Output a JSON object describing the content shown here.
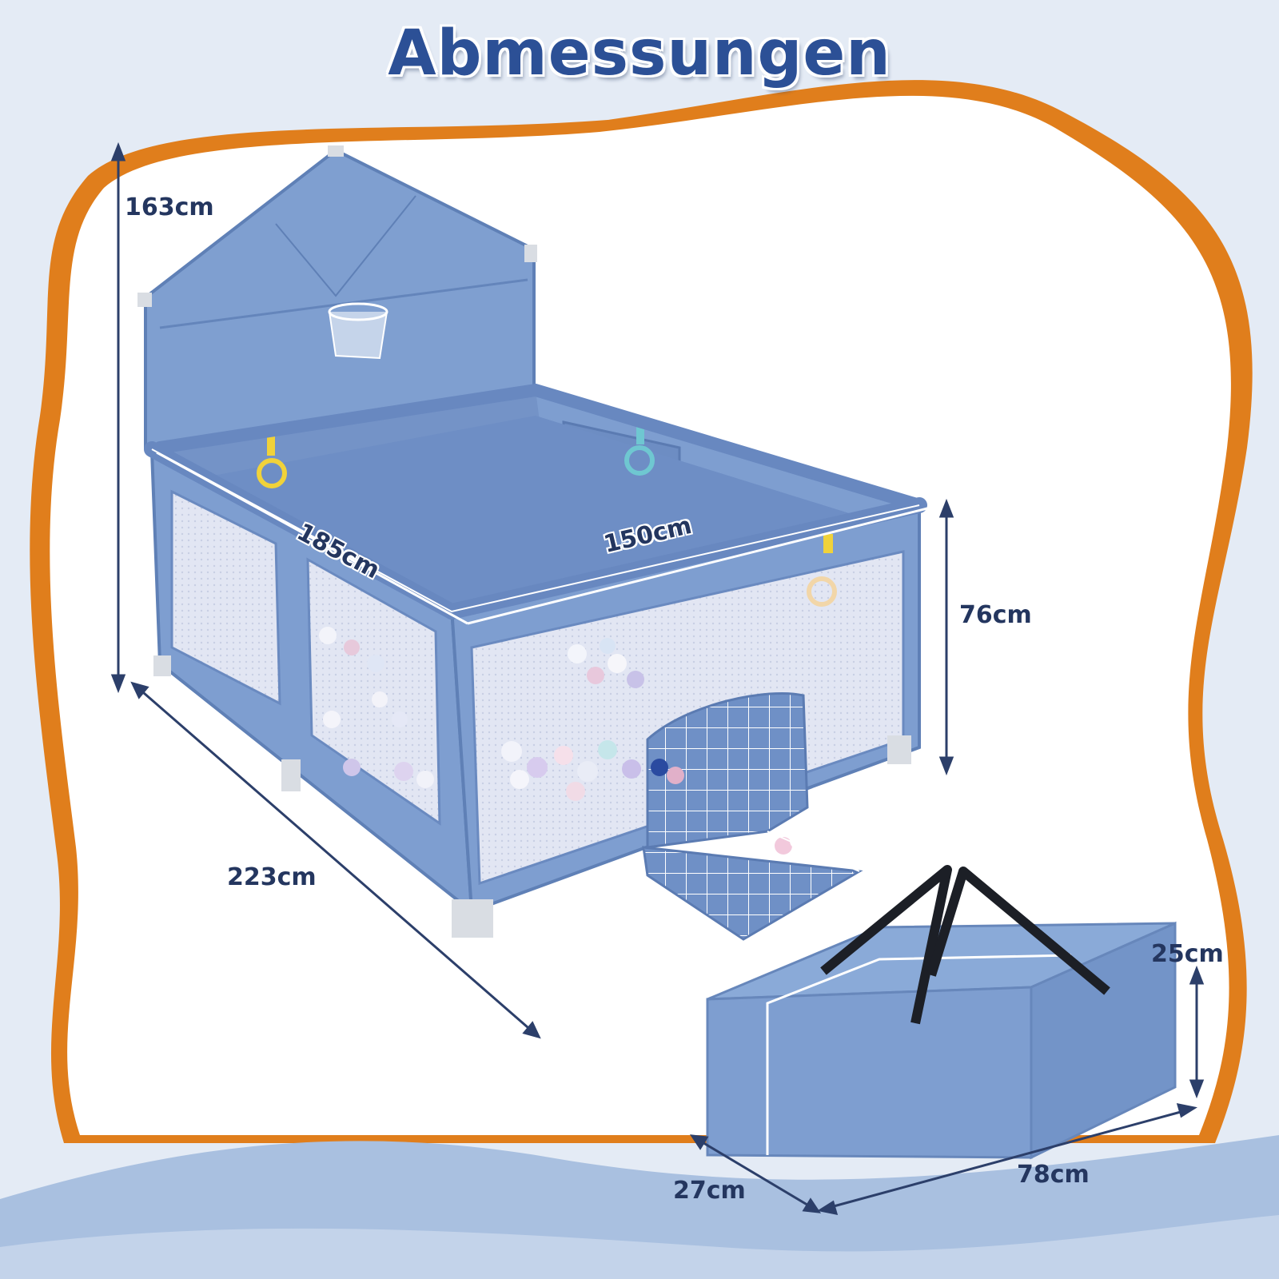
{
  "title": "Abmessungen",
  "dimensions": {
    "height_total": "163cm",
    "length_side": "185cm",
    "width_inner": "150cm",
    "height_fence": "76cm",
    "diagonal": "223cm",
    "bag_height": "25cm",
    "bag_depth": "27cm",
    "bag_length": "78cm"
  },
  "colors": {
    "accent_orange": "#e07e1c",
    "fabric_blue": "#7e9fcf",
    "title_blue": "#2c5096",
    "label_dark": "#24365f"
  }
}
